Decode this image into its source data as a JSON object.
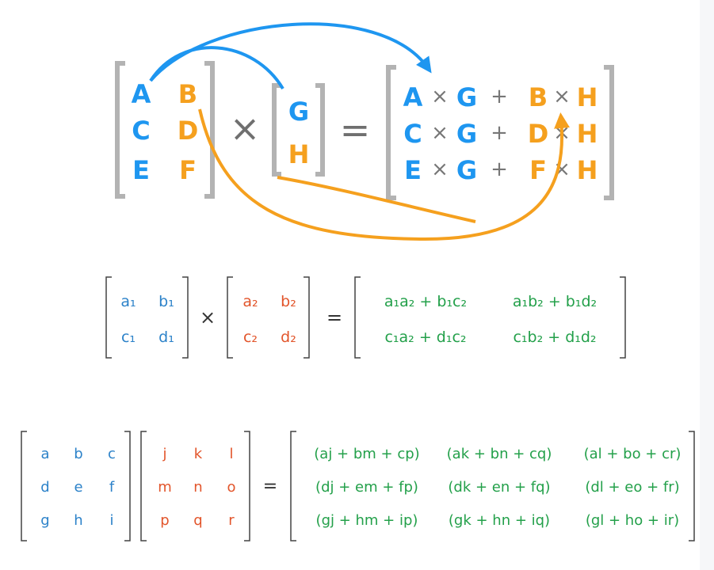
{
  "colors": {
    "blue": "#1e96f0",
    "orange": "#f5a01e",
    "light_blue": "#2c82c9",
    "red_orange": "#e2552b",
    "green": "#23a04a",
    "bracket_gray": "#b3b3b3",
    "bracket_dark": "#444444"
  },
  "top": {
    "left_matrix": [
      [
        "A",
        "B"
      ],
      [
        "C",
        "D"
      ],
      [
        "E",
        "F"
      ]
    ],
    "right_matrix": [
      "G",
      "H"
    ],
    "times": "×",
    "equals": "=",
    "result_rows": [
      [
        "A",
        "×",
        "G",
        "+",
        "B",
        "×",
        "H"
      ],
      [
        "C",
        "×",
        "G",
        "+",
        "D",
        "×",
        "H"
      ],
      [
        "E",
        "×",
        "G",
        "+",
        "F",
        "×",
        "H"
      ]
    ]
  },
  "middle": {
    "left_matrix": [
      [
        "a₁",
        "b₁"
      ],
      [
        "c₁",
        "d₁"
      ]
    ],
    "right_matrix": [
      [
        "a₂",
        "b₂"
      ],
      [
        "c₂",
        "d₂"
      ]
    ],
    "times": "×",
    "equals": "=",
    "result": [
      [
        "a₁a₂ + b₁c₂",
        "a₁b₂ + b₁d₂"
      ],
      [
        "c₁a₂ + d₁c₂",
        "c₁b₂ + d₁d₂"
      ]
    ]
  },
  "bottom": {
    "left_matrix": [
      [
        "a",
        "b",
        "c"
      ],
      [
        "d",
        "e",
        "f"
      ],
      [
        "g",
        "h",
        "i"
      ]
    ],
    "right_matrix": [
      [
        "j",
        "k",
        "l"
      ],
      [
        "m",
        "n",
        "o"
      ],
      [
        "p",
        "q",
        "r"
      ]
    ],
    "equals": "=",
    "result": [
      [
        "(aj + bm + cp)",
        "(ak + bn + cq)",
        "(al + bo + cr)"
      ],
      [
        "(dj + em + fp)",
        "(dk + en + fq)",
        "(dl + eo + fr)"
      ],
      [
        "(gj + hm + ip)",
        "(gk + hn + iq)",
        "(gl + ho + ir)"
      ]
    ]
  }
}
